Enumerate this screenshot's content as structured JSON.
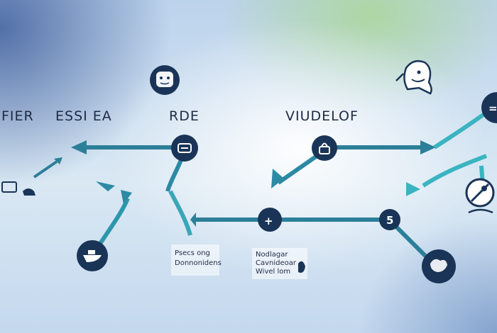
{
  "labels": {
    "top_1": "FIER",
    "top_2": "ESSI EA",
    "top_3": "RDE",
    "top_4": "VIUDELOF"
  },
  "captions": {
    "left_line1": "Psecs ong",
    "left_line2": "Donnonidens",
    "right_line1": "Nodlagar",
    "right_line2": "Cavnideoar",
    "right_line3": "Wivel lom"
  },
  "nodes": {
    "plus_symbol": "+",
    "number_label": "5",
    "equals_symbol": "="
  },
  "colors": {
    "teal": "#2a97ab",
    "teal_light": "#3bb4c1",
    "navy": "#1a3457"
  }
}
